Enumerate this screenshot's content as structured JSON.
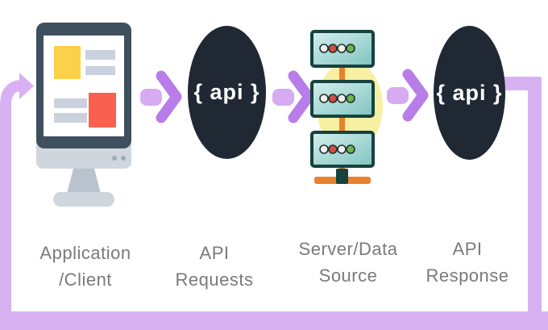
{
  "diagram": {
    "nodes": [
      {
        "id": "client",
        "icon": "monitor-icon",
        "label_line1": "Application",
        "label_line2": "/Client"
      },
      {
        "id": "api-requests",
        "icon": "api-badge",
        "badge_text": "{ api }",
        "label_line1": "API",
        "label_line2": "Requests"
      },
      {
        "id": "server",
        "icon": "server-stack-icon",
        "label_line1": "Server/Data",
        "label_line2": "Source"
      },
      {
        "id": "api-response",
        "icon": "api-badge",
        "badge_text": "{ api }",
        "label_line1": "API",
        "label_line2": "Response"
      }
    ],
    "colors": {
      "loop": "#d8b1f2",
      "arrow_head": "#b87de8",
      "arrow_stem": "#d6abf2",
      "api_badge_bg": "#1f2833",
      "api_badge_text": "#ffffff",
      "label_text": "#7a7a7a",
      "monitor_frame": "#3e4f5e",
      "accent_yellow": "#fdd04a",
      "accent_red": "#f9604e",
      "accent_gray": "#c9d2dd",
      "server_glow": "#f7f0a3",
      "server_border": "#16423f",
      "connector_orange": "#e8822e"
    }
  }
}
